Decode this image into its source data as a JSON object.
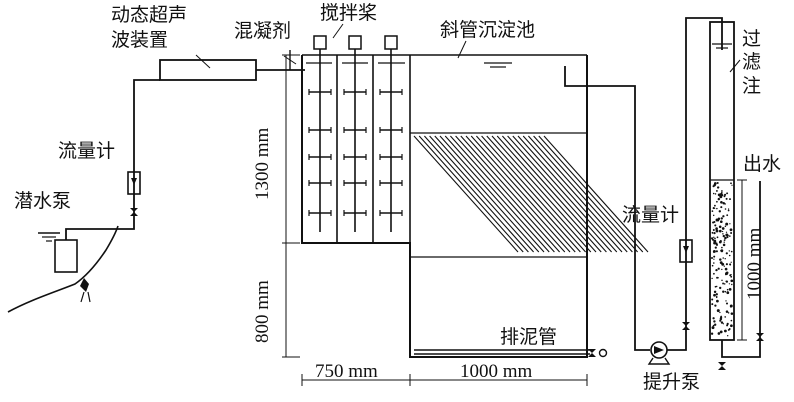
{
  "labels": {
    "ultrasonic_device": [
      "动态超声",
      "波装置"
    ],
    "submersible_pump": "潜水泵",
    "flowmeter_left": "流量计",
    "coagulant": "混凝剂",
    "stirring_paddle": "搅拌桨",
    "tube_settler": "斜管沉淀池",
    "filter_column": [
      "过",
      "滤",
      "注"
    ],
    "outlet_water": "出水",
    "flowmeter_right": "流量计",
    "sludge_pipe": "排泥管",
    "lift_pump": "提升泵"
  },
  "dimensions": {
    "height_upper": "1300 mm",
    "height_lower": "800 mm",
    "width_left": "750 mm",
    "width_right": "1000 mm",
    "filter_height": "1000 mm"
  },
  "colors": {
    "line": "#111111",
    "background": "#ffffff"
  }
}
